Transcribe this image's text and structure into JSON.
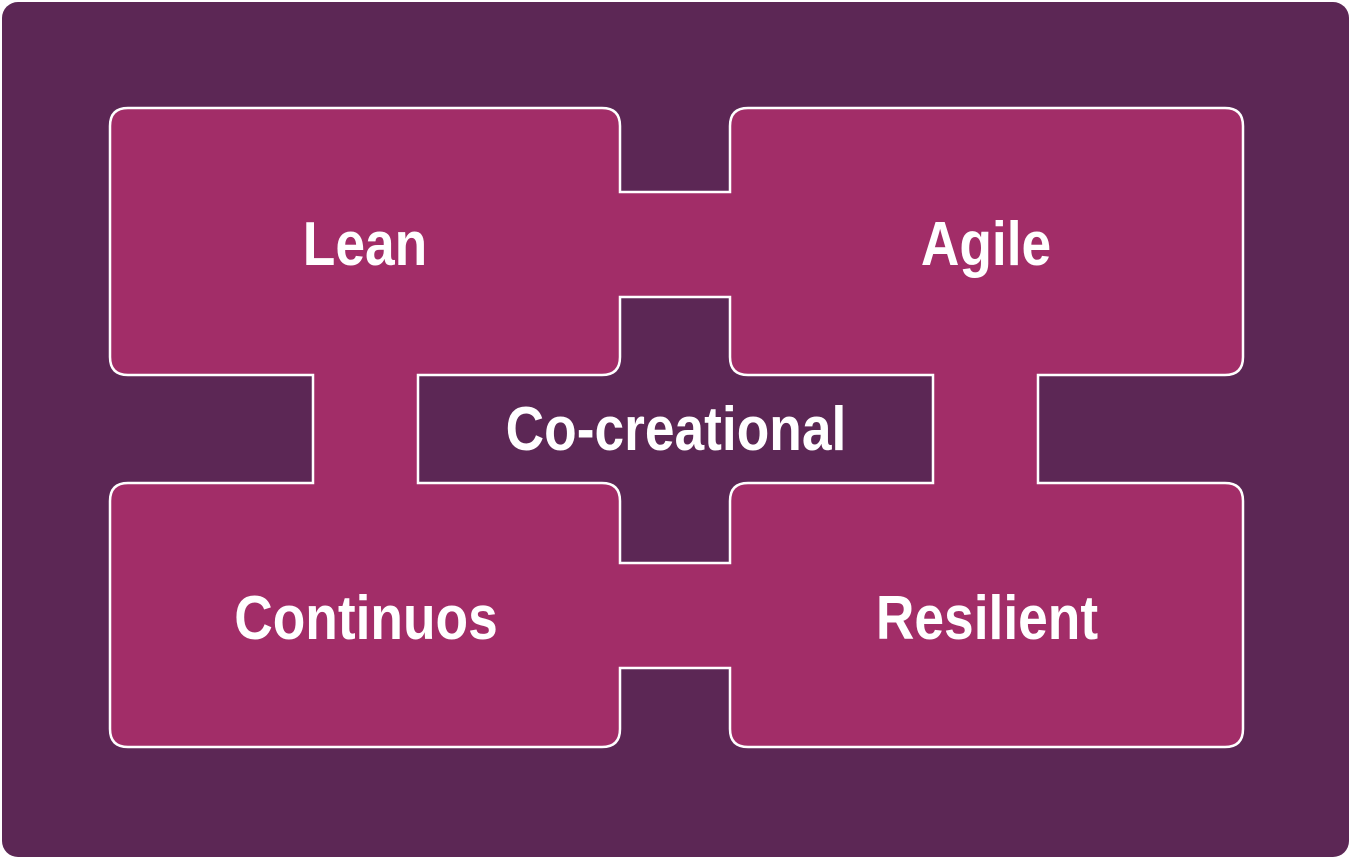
{
  "diagram": {
    "labels": {
      "top_left": "Lean",
      "top_right": "Agile",
      "center": "Co-creational",
      "bottom_left": "Continuos",
      "bottom_right": "Resilient"
    },
    "colors": {
      "background": "#5c2755",
      "block": "#a22d68",
      "outline": "#ffffff",
      "text": "#ffffff"
    }
  }
}
